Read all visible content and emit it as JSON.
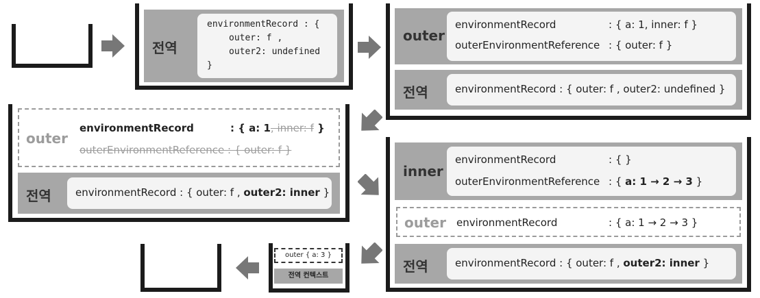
{
  "labels": {
    "global": "전역",
    "outer": "outer",
    "inner": "inner"
  },
  "step1": {
    "code_line1": "environmentRecord : {",
    "code_line2": "outer: f ,",
    "code_line3": "outer2: undefined",
    "code_line4": "}"
  },
  "step2": {
    "outer_env_key": "environmentRecord",
    "outer_env_val": ": { a: 1, inner: f }",
    "outer_ref_key": "outerEnvironmentReference",
    "outer_ref_val": ": { outer: f }",
    "global_line": "environmentRecord : { outer: f , outer2: undefined }"
  },
  "step3": {
    "env_key": "environmentRecord",
    "env_val_prefix": ": { a: 1",
    "env_val_strike": ", inner: f",
    "env_val_suffix": " }",
    "ref_line": "outerEnvironmentReference : { outer: f }",
    "global_prefix": "environmentRecord : { outer: f , ",
    "global_bold": "outer2: inner",
    "global_suffix": " }"
  },
  "step4": {
    "inner_env_key": "environmentRecord",
    "inner_env_val": ": { }",
    "inner_ref_key": "outerEnvironmentReference",
    "inner_ref_prefix": ": { ",
    "inner_ref_bold": "a: 1 → 2 → 3",
    "inner_ref_suffix": " }",
    "outer_env_key": "environmentRecord",
    "outer_env_val": ": { a: 1 → 2 → 3 }",
    "global_prefix": "environmentRecord : { outer: f , ",
    "global_bold": "outer2: inner",
    "global_suffix": " }"
  },
  "step5": {
    "outer_small": "outer { a: 3 }",
    "global_context": "전역 컨텍스트"
  },
  "colors": {
    "frame": "#a7a7a7",
    "inner_box": "#f4f4f4",
    "arrow": "#777777",
    "cup": "#1b1b1b"
  }
}
